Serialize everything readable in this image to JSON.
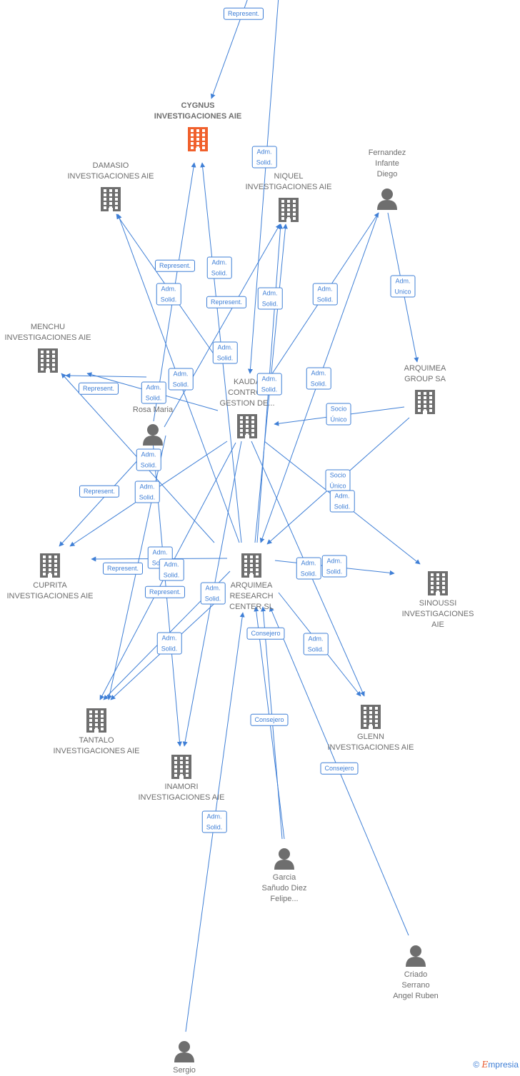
{
  "nodes": [
    {
      "id": "cygnus",
      "type": "company",
      "highlight": true,
      "label": "CYGNUS\nINVESTIGACIONES AIE"
    },
    {
      "id": "damasio",
      "type": "company",
      "label": "DAMASIO\nINVESTIGACIONES AIE"
    },
    {
      "id": "niquel",
      "type": "company",
      "label": "NIQUEL\nINVESTIGACIONES AIE"
    },
    {
      "id": "fernandez",
      "type": "person",
      "label": "Fernandez\nInfante\nDiego"
    },
    {
      "id": "menchu",
      "type": "company",
      "label": "MENCHU\nINVESTIGACIONES AIE"
    },
    {
      "id": "arquimea_group",
      "type": "company",
      "label": "ARQUIMEA\nGROUP SA"
    },
    {
      "id": "rosa",
      "type": "person",
      "label": "P...\nG...\nRosa Maria"
    },
    {
      "id": "kauda",
      "type": "company",
      "label": "KAUDA\nCONTROL\nGESTION DE..."
    },
    {
      "id": "cuprita",
      "type": "company",
      "label": "CUPRITA\nINVESTIGACIONES AIE"
    },
    {
      "id": "arquimea_rc",
      "type": "company",
      "label": "ARQUIMEA\nRESEARCH\nCENTER  SL"
    },
    {
      "id": "sinoussi",
      "type": "company",
      "label": "SINOUSSI\nINVESTIGACIONES AIE"
    },
    {
      "id": "tantalo",
      "type": "company",
      "label": "TANTALO\nINVESTIGACIONES AIE"
    },
    {
      "id": "glenn",
      "type": "company",
      "label": "GLENN\nINVESTIGACIONES AIE"
    },
    {
      "id": "inamori",
      "type": "company",
      "label": "INAMORI\nINVESTIGACIONES AIE"
    },
    {
      "id": "garcia",
      "type": "person",
      "label": "Garcia\nSañudo Diez\nFelipe..."
    },
    {
      "id": "criado",
      "type": "person",
      "label": "Criado\nSerrano\nAngel Ruben"
    },
    {
      "id": "sergio",
      "type": "person",
      "label": "Sergio"
    }
  ],
  "edges": [
    {
      "id": "e1",
      "label": "Represent."
    },
    {
      "id": "e2",
      "label": "Adm.\nSolid."
    },
    {
      "id": "e3",
      "label": "Adm.\nSolid."
    },
    {
      "id": "e4",
      "label": "Represent."
    },
    {
      "id": "e5",
      "label": "Adm.\nSolid."
    },
    {
      "id": "e6",
      "label": "Represent."
    },
    {
      "id": "e7",
      "label": "Adm.\nSolid."
    },
    {
      "id": "e8",
      "label": "Adm.\nSolid."
    },
    {
      "id": "e9",
      "label": "Adm.\nUnico"
    },
    {
      "id": "e10",
      "label": "Adm.\nSolid."
    },
    {
      "id": "e11",
      "label": "Represent."
    },
    {
      "id": "e12",
      "label": "Adm.\nSolid."
    },
    {
      "id": "e13",
      "label": "Adm.\nSolid."
    },
    {
      "id": "e14",
      "label": "Adm.\nSolid."
    },
    {
      "id": "e15",
      "label": "Adm.\nSolid."
    },
    {
      "id": "e16",
      "label": "Socio\nÚnico"
    },
    {
      "id": "e17",
      "label": "Adm.\nSolid."
    },
    {
      "id": "e18",
      "label": "Represent."
    },
    {
      "id": "e19",
      "label": "Adm.\nSolid."
    },
    {
      "id": "e20",
      "label": "Socio\nÚnico"
    },
    {
      "id": "e21",
      "label": "Adm.\nSolid."
    },
    {
      "id": "e22",
      "label": "Adm.\nSolid."
    },
    {
      "id": "e23",
      "label": "Represent."
    },
    {
      "id": "e24",
      "label": "Adm.\nSolid."
    },
    {
      "id": "e25",
      "label": "Adm.\nSolid."
    },
    {
      "id": "e26",
      "label": "Adm.\nSolid."
    },
    {
      "id": "e27",
      "label": "Represent."
    },
    {
      "id": "e28",
      "label": "Adm.\nSolid."
    },
    {
      "id": "e29",
      "label": "Consejero"
    },
    {
      "id": "e30",
      "label": "Adm.\nSolid."
    },
    {
      "id": "e31",
      "label": "Adm.\nSolid."
    },
    {
      "id": "e32",
      "label": "Consejero"
    },
    {
      "id": "e33",
      "label": "Consejero"
    },
    {
      "id": "e34",
      "label": "Adm.\nSolid."
    }
  ],
  "colors": {
    "edge": "#3f7fd6",
    "node": "#6e6e6e",
    "highlight": "#f0602c"
  },
  "footer": {
    "copyright": "©",
    "brand_first": "E",
    "brand_rest": "mpresia"
  }
}
